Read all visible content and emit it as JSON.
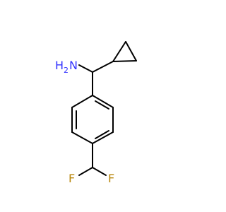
{
  "molecule": {
    "atoms": [
      {
        "id": "N1",
        "symbol": "NH2",
        "label_main": "N",
        "label_h": "H",
        "label_sub": "2",
        "color": "#3333ff"
      },
      {
        "id": "F1",
        "symbol": "F",
        "label_main": "F",
        "color": "#b8860b"
      },
      {
        "id": "F2",
        "symbol": "F",
        "label_main": "F",
        "color": "#b8860b"
      }
    ],
    "bond_color": "#000000"
  }
}
